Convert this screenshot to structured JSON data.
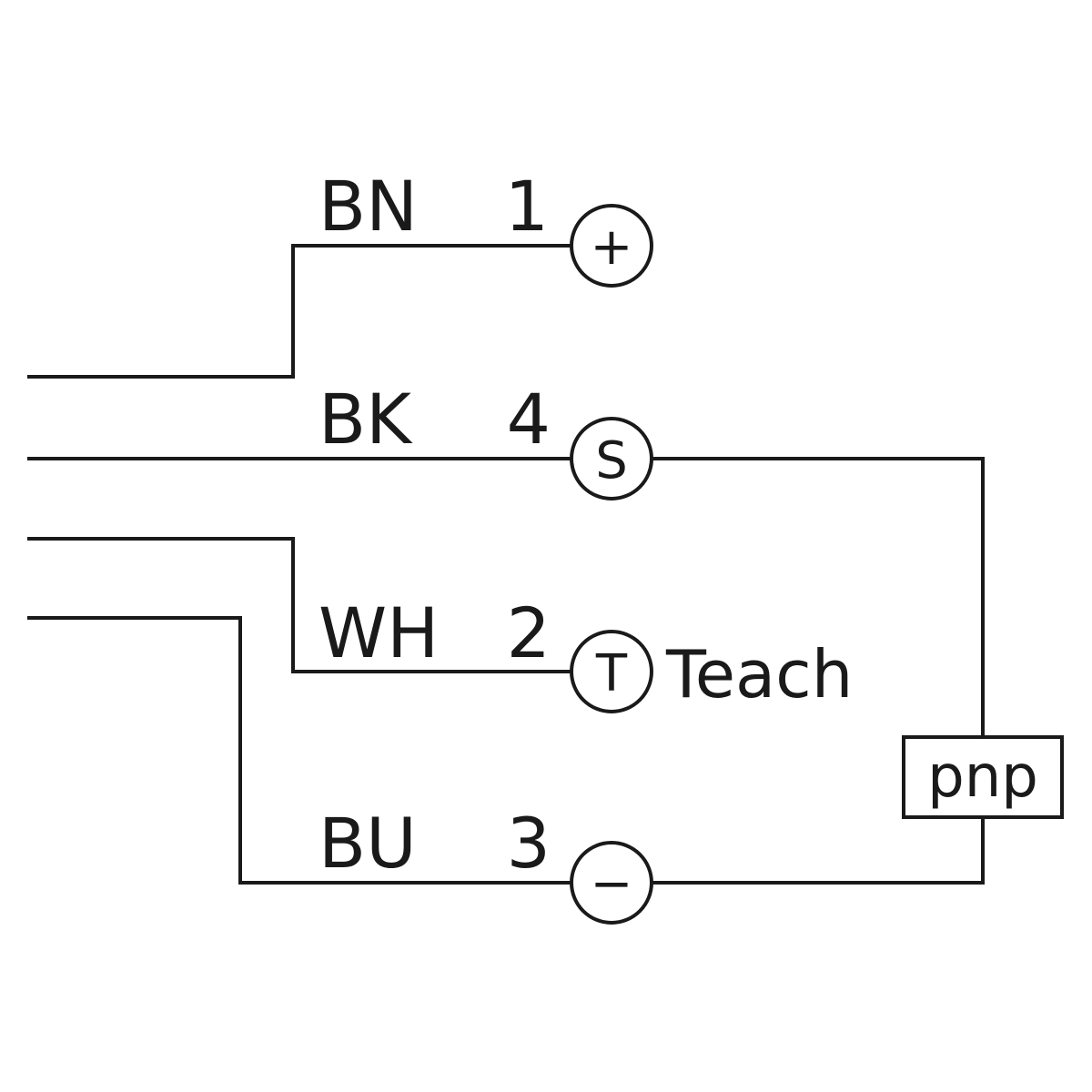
{
  "wires": [
    {
      "color_code": "BN",
      "pin": "1",
      "terminal": "+"
    },
    {
      "color_code": "BK",
      "pin": "4",
      "terminal": "S"
    },
    {
      "color_code": "WH",
      "pin": "2",
      "terminal": "T"
    },
    {
      "color_code": "BU",
      "pin": "3",
      "terminal": "−"
    }
  ],
  "teach_label": "Teach",
  "output_box_label": "pnp"
}
